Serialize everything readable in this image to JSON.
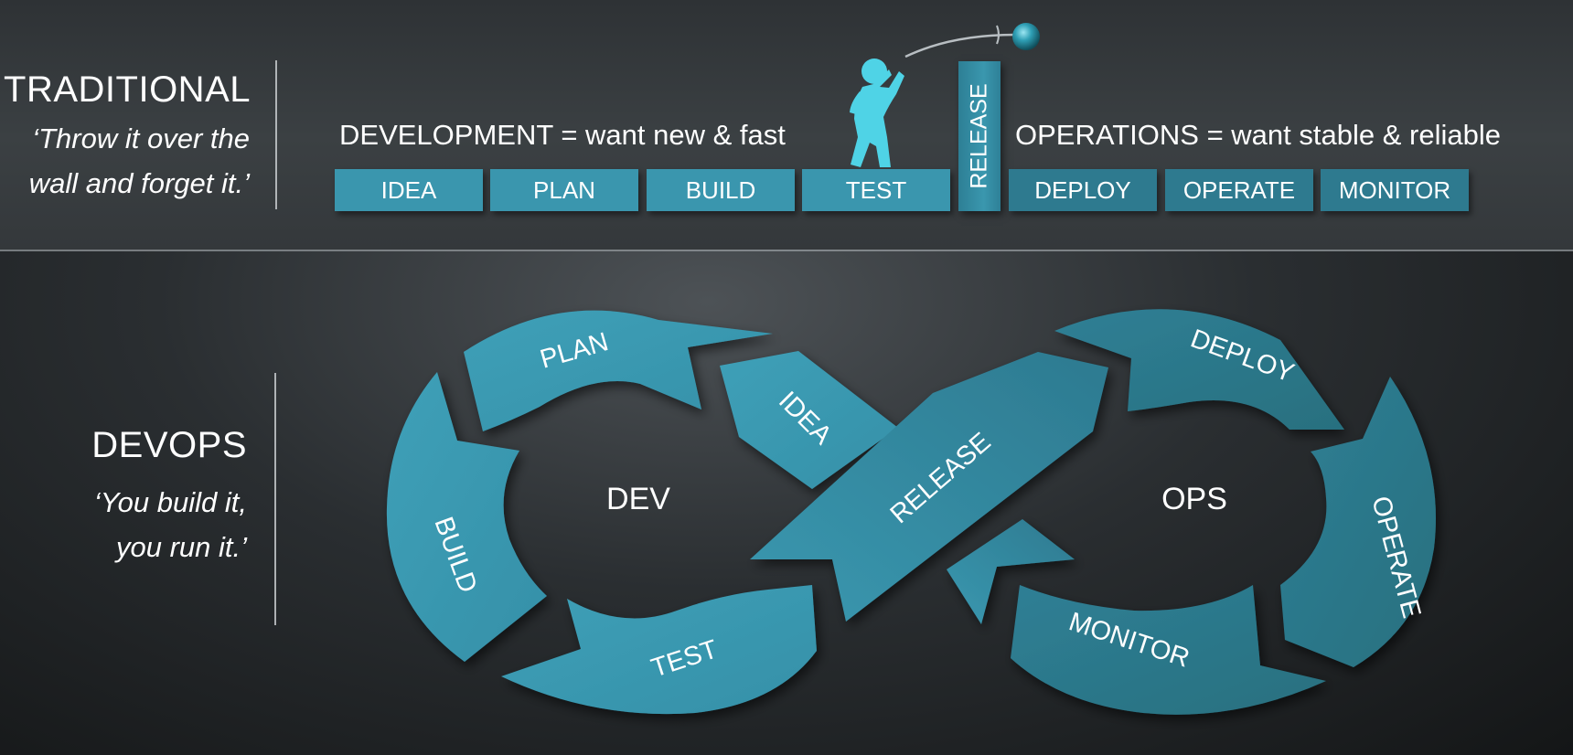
{
  "traditional": {
    "title": "TRADITIONAL",
    "tagline_line1": "‘Throw it over the",
    "tagline_line2": "wall and forget it.’",
    "development_text": "DEVELOPMENT = want new & fast",
    "operations_text": "OPERATIONS = want stable & reliable",
    "dev_stages": [
      "IDEA",
      "PLAN",
      "BUILD",
      "TEST"
    ],
    "wall_label": "RELEASE",
    "ops_stages": [
      "DEPLOY",
      "OPERATE",
      "MONITOR"
    ]
  },
  "devops": {
    "title": "DEVOPS",
    "tagline_line1": "‘You build it,",
    "tagline_line2": "you run it.’",
    "dev_center": "DEV",
    "ops_center": "OPS",
    "segments": {
      "plan": "PLAN",
      "idea": "IDEA",
      "build": "BUILD",
      "test": "TEST",
      "release": "RELEASE",
      "deploy": "DEPLOY",
      "operate": "OPERATE",
      "monitor": "MONITOR"
    }
  },
  "colors": {
    "dev_teal": "#3a96ae",
    "ops_teal": "#2e7a8f",
    "figure_cyan": "#4fd3e6"
  },
  "icons": [
    "person-throwing-icon",
    "ball-icon"
  ]
}
